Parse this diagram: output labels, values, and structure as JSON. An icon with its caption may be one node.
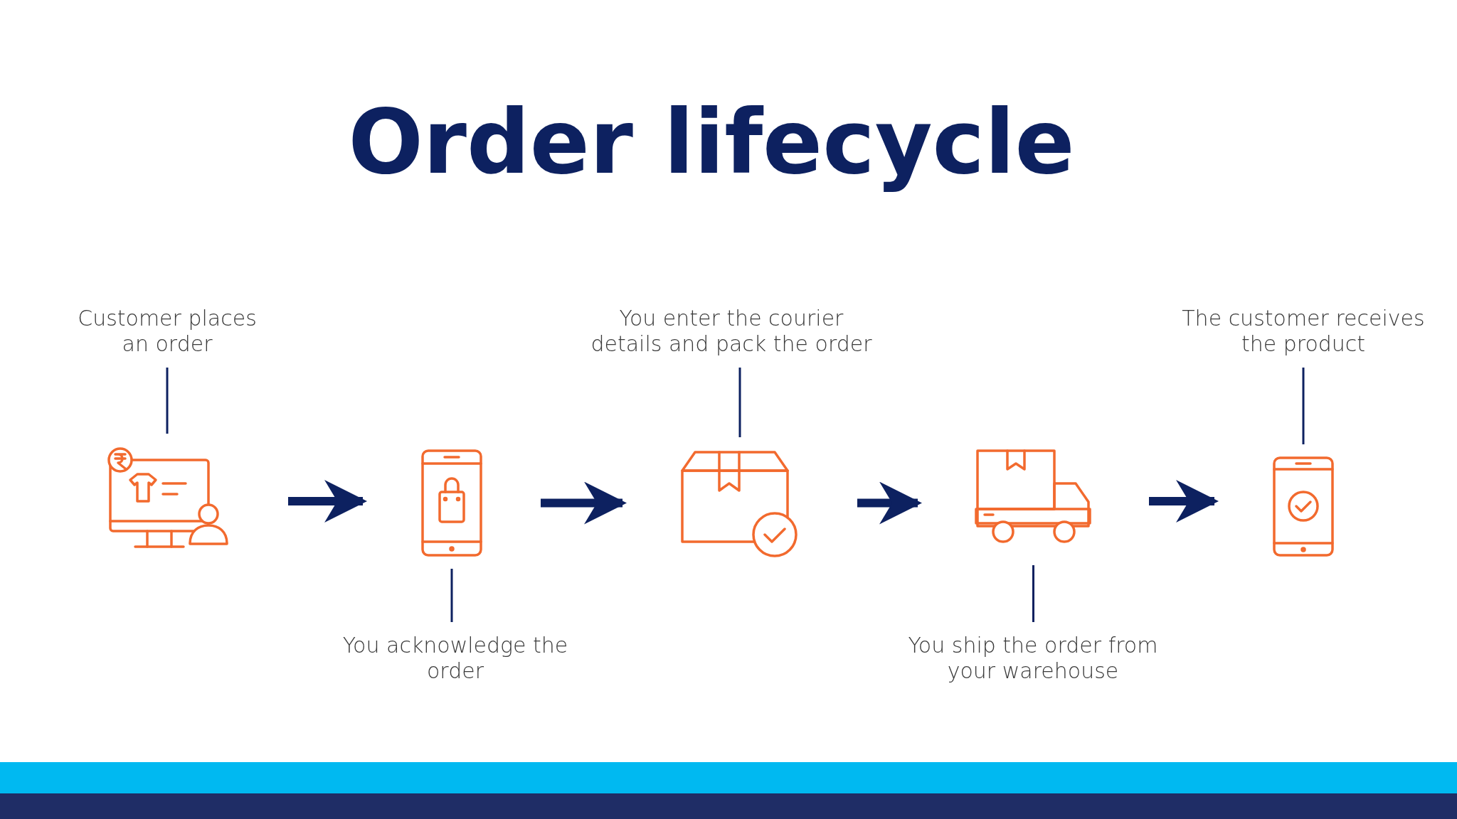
{
  "diagram": {
    "title": "Order lifecycle",
    "nodes": [
      {
        "text": [
          "Customer places an order"
        ]
      },
      {
        "text": [],
        "shape": "picture"
      },
      {
        "text": [],
        "shape": "picture"
      },
      {
        "text": [
          "You acknowledge the order"
        ]
      },
      {
        "text": [
          "You enter the courier details and pack the order"
        ]
      },
      {
        "text": [],
        "shape": "picture"
      },
      {
        "text": [],
        "shape": "picture"
      },
      {
        "text": [
          "You ship the order from your warehouse"
        ]
      },
      {
        "text": [
          "The customer receives the product"
        ]
      },
      {
        "text": [],
        "shape": "picture"
      }
    ],
    "edges": [
      {
        "from": 0,
        "to": 1,
        "arrow": "none"
      },
      {
        "from": 1,
        "to": 2,
        "arrow": "to",
        "style": "thick"
      },
      {
        "from": 3,
        "to": 2,
        "arrow": "none"
      },
      {
        "from": 2,
        "to": 5,
        "arrow": "to",
        "style": "thick"
      },
      {
        "from": 4,
        "to": 5,
        "arrow": "none"
      },
      {
        "from": 5,
        "to": 6,
        "arrow": "to",
        "style": "thick"
      },
      {
        "from": 7,
        "to": 6,
        "arrow": "none"
      },
      {
        "from": 6,
        "to": 9,
        "arrow": "to",
        "style": "thick"
      },
      {
        "from": 8,
        "to": 9,
        "arrow": "none"
      }
    ]
  }
}
